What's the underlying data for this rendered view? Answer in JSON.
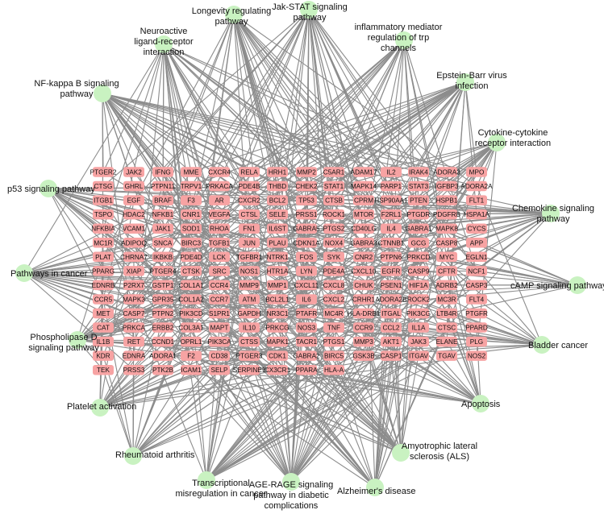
{
  "colors": {
    "pathway_node": "#c9f2c1",
    "gene_node": "#f7a3a3",
    "edge": "#8c8c8c",
    "background": "#ffffff"
  },
  "pathways": [
    "Longevity regulating pathway",
    "Jak-STAT signaling pathway",
    "Neuroactive ligand-receptor interaction",
    "inflammatory mediator regulation of trp channels",
    "Epstein-Barr virus infection",
    "NF-kappa B signaling pathway",
    "Cytokine-cytokine receptor interaction",
    "p53 signaling pathway",
    "Chemokine signaling pathway",
    "Pathways in cancer",
    "cAMP signaling pathway",
    "Phospholipase D signaling pathway",
    "Bladder cancer",
    "Platelet activation",
    "Apoptosis",
    "Rheumatoid arthritis",
    "Amyotrophic lateral sclerosis (ALS)",
    "Transcriptional misregulation in cancer",
    "AGE-RAGE signaling pathway in diabetic complications",
    "Alzheimer's disease"
  ],
  "gene_columns": [
    [
      "PTGER2",
      "CTSG",
      "ITGB1",
      "TSPO",
      "NFKBIA",
      "MC1R",
      "PLAT",
      "PPARG",
      "EDNRB",
      "CCR5",
      "MET",
      "CAT",
      "IL1B",
      "KDR",
      "TEK"
    ],
    [
      "JAK2",
      "GHRL",
      "EGF",
      "HDAC2",
      "VCAM1",
      "ADIPOQ",
      "CHRNA7",
      "XIAP",
      "P2RX7",
      "MAPK3",
      "CASP7",
      "PRKCA",
      "RET",
      "EDNRA",
      "PRSS3"
    ],
    [
      "IFNG",
      "PTPN11",
      "BRAF",
      "NFKB1",
      "JAK1",
      "SNCA",
      "IKBKB",
      "PTGER4",
      "GSTP1",
      "GPR35",
      "PTPN2",
      "ERBB2",
      "CCND1",
      "ADORA1",
      "PTK2B"
    ],
    [
      "MME",
      "TRPV1",
      "F3",
      "CNR1",
      "SOD1",
      "BIRC3",
      "PDE4D",
      "CTSK",
      "COL1A1",
      "COL1A2",
      "PIK3CD",
      "COL3A1",
      "OPRL1",
      "F2",
      "ICAM1"
    ],
    [
      "CXCR4",
      "PRKACA",
      "AR",
      "VEGFA",
      "RHOA",
      "TGFB1",
      "LCK",
      "SRC",
      "CCR4",
      "CCR7",
      "S1PR1",
      "MAPT",
      "PIK3CA",
      "CD38",
      "SELP"
    ],
    [
      "RELA",
      "PDE4B",
      "CXCR2",
      "CTSL",
      "FN1",
      "JUN",
      "TGFBR1",
      "NOS1",
      "MMP9",
      "ATM",
      "GAPDH",
      "IL10",
      "CTSS",
      "PTGER3",
      "SERPINE1"
    ],
    [
      "HRH1",
      "THBD",
      "BCL2",
      "SELE",
      "IL6ST",
      "PLAU",
      "NTRK1",
      "HTR1A",
      "MMP1",
      "BCL2L1",
      "NR3C1",
      "PRKCG",
      "MAPK1",
      "CDK1",
      "CX3CR1"
    ],
    [
      "MMP2",
      "CHEK2",
      "TP53",
      "PRSS1",
      "GABRA5",
      "CDKN1A",
      "FOS",
      "LYN",
      "CXCL11",
      "IL6",
      "PTAFR",
      "NOS3",
      "TACR1",
      "GABRA2",
      "PPARA"
    ],
    [
      "C5AR1",
      "STAT1",
      "CTSB",
      "ROCK1",
      "PTGS2",
      "NOX4",
      "SYK",
      "PDE4A",
      "CXCL8",
      "CXCL2",
      "MC4R",
      "TNF",
      "PTGS1",
      "BIRC5",
      "HLA-A"
    ],
    [
      "ADAM17",
      "MAPK14",
      "CPRM",
      "MTOR",
      "CD40LG",
      "GABRA3",
      "CNR2",
      "CXCL10",
      "CHUK",
      "CRHR1",
      "HLA-DRB1",
      "CCR9",
      "MMP3",
      "GSK3B"
    ],
    [
      "IL2",
      "PARP1",
      "HSP90AA1",
      "F2RL1",
      "IL4",
      "CTNNB1",
      "PTPN6",
      "EGFR",
      "PSEN1",
      "ADORA2B",
      "ITGAL",
      "CCL2",
      "AKT1",
      "CASP1"
    ],
    [
      "IRAK4",
      "STAT3",
      "PTEN",
      "PTGDR",
      "GABRA1",
      "GCG",
      "PRKCD",
      "CASP9",
      "HIF1A",
      "ROCK2",
      "PIK3CG",
      "IL1A",
      "JAK3",
      "ITGAV"
    ],
    [
      "ADORA3",
      "IGFBP3",
      "HSPB1",
      "PDGFRB",
      "MAPK8",
      "CASP8",
      "MYC",
      "CFTR",
      "ADRB2",
      "MC3R",
      "LTB4R",
      "CTSC",
      "ELANE",
      "TGAV"
    ],
    [
      "MPO",
      "ADORA2A",
      "FLT1",
      "HSPA1A",
      "CYCS",
      "APP",
      "EGLN1",
      "NCF1",
      "CASP3",
      "FLT4",
      "PTGFR",
      "PPARD",
      "PLG",
      "NOS2"
    ]
  ]
}
